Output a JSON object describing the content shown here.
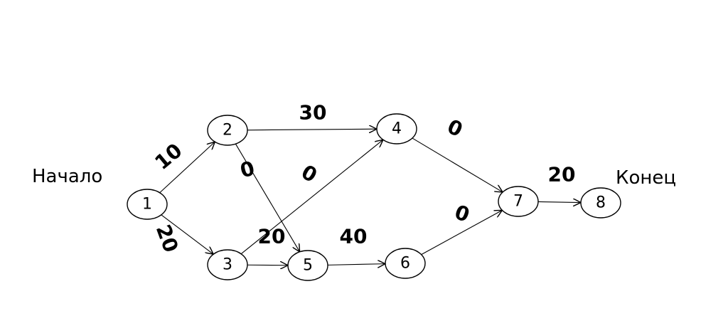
{
  "start_label": "Начало",
  "end_label": "Конец",
  "nodes": [
    {
      "id": "1",
      "label": "1"
    },
    {
      "id": "2",
      "label": "2"
    },
    {
      "id": "3",
      "label": "3"
    },
    {
      "id": "4",
      "label": "4"
    },
    {
      "id": "5",
      "label": "5"
    },
    {
      "id": "6",
      "label": "6"
    },
    {
      "id": "7",
      "label": "7"
    },
    {
      "id": "8",
      "label": "8"
    }
  ],
  "edges": [
    {
      "from": "1",
      "to": "2",
      "label": "10"
    },
    {
      "from": "1",
      "to": "3",
      "label": "20"
    },
    {
      "from": "2",
      "to": "4",
      "label": "30"
    },
    {
      "from": "2",
      "to": "5",
      "label": "0"
    },
    {
      "from": "3",
      "to": "4",
      "label": "0"
    },
    {
      "from": "3",
      "to": "5",
      "label": "20"
    },
    {
      "from": "5",
      "to": "6",
      "label": "40"
    },
    {
      "from": "4",
      "to": "7",
      "label": "0"
    },
    {
      "from": "6",
      "to": "7",
      "label": "0"
    },
    {
      "from": "7",
      "to": "8",
      "label": "20"
    }
  ]
}
